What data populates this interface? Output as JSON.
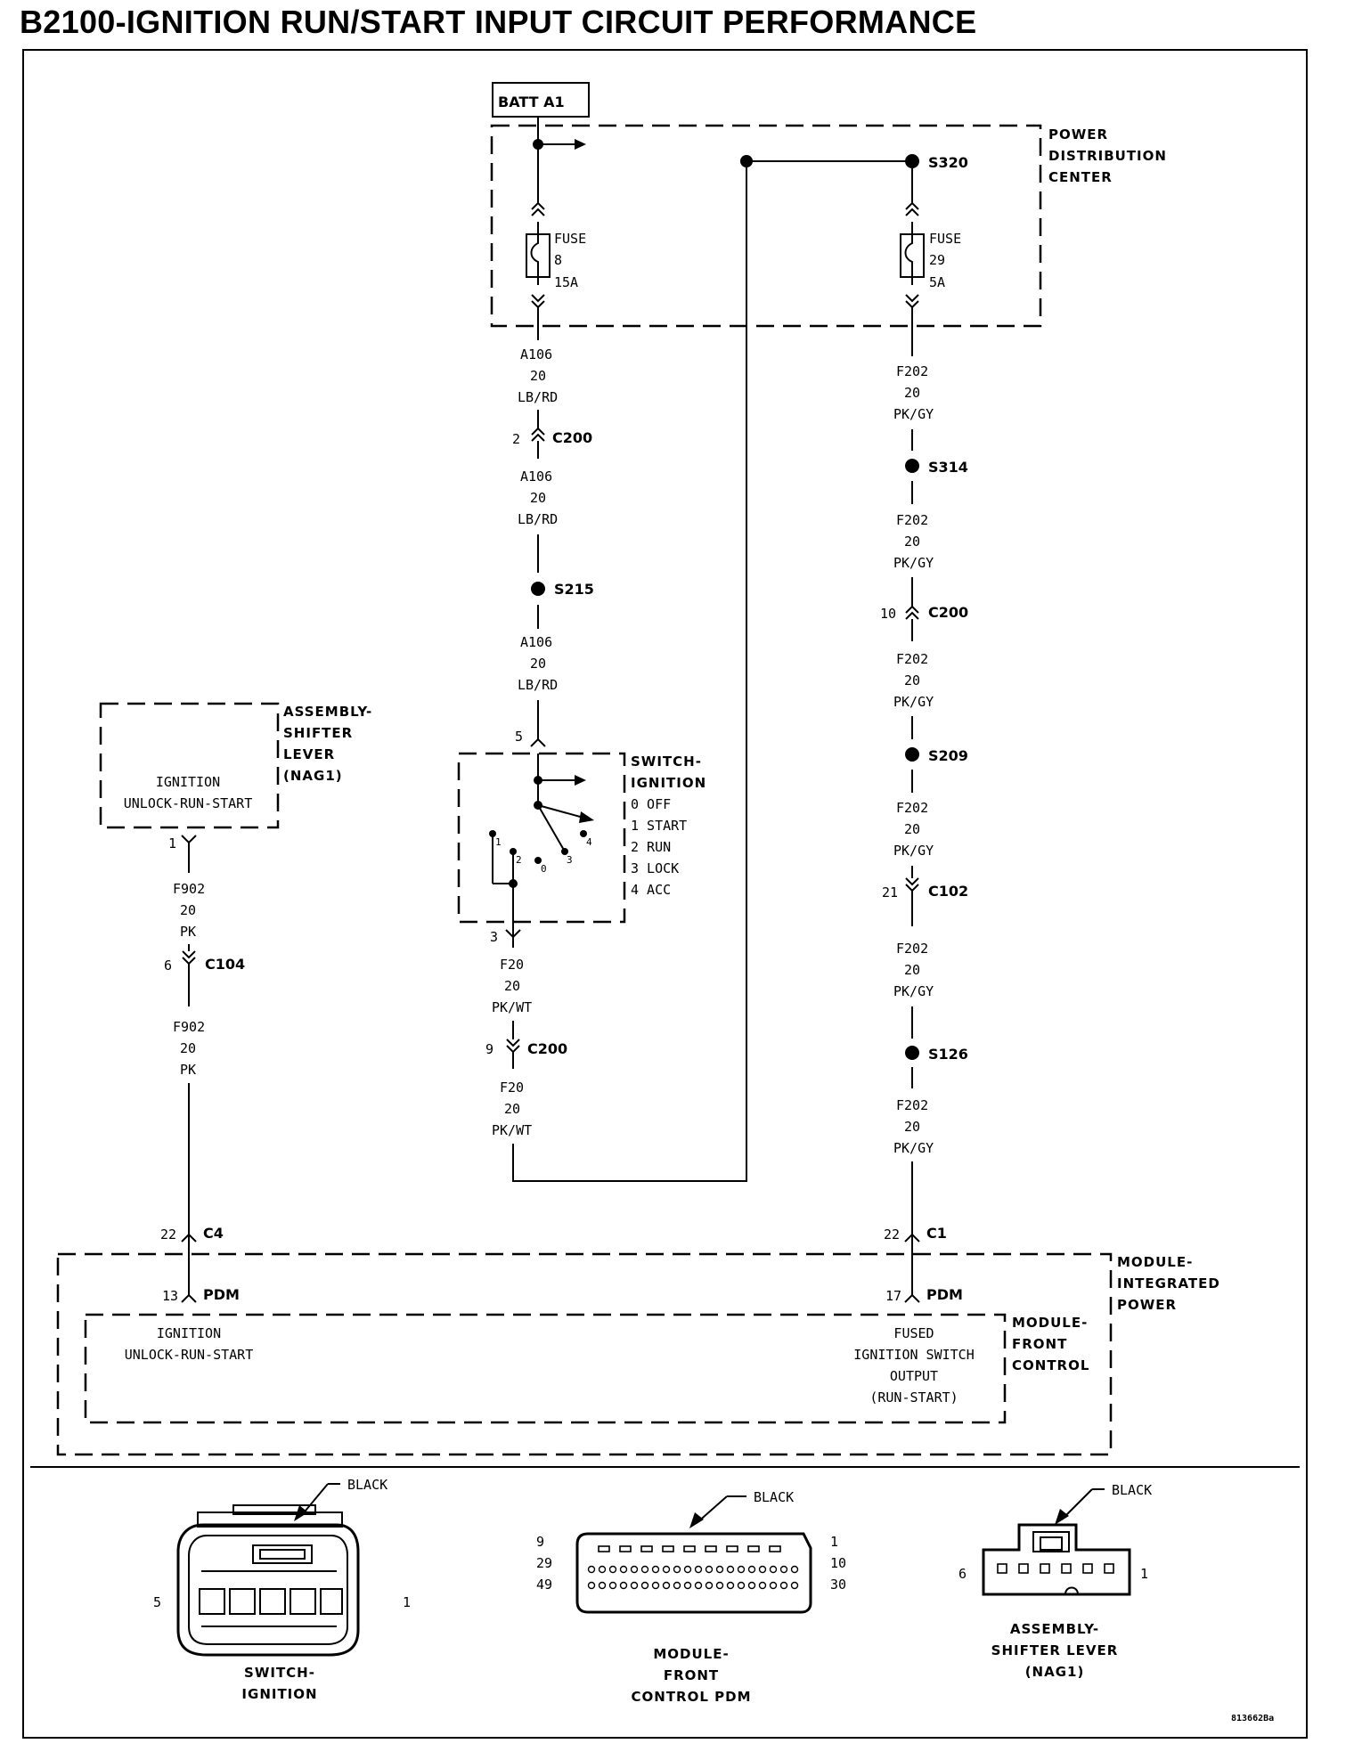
{
  "title": "B2100-IGNITION RUN/START INPUT CIRCUIT PERFORMANCE",
  "batt": "BATT A1",
  "pdc": {
    "l1": "POWER",
    "l2": "DISTRIBUTION",
    "l3": "CENTER"
  },
  "fuse8": {
    "l1": "FUSE",
    "l2": "8",
    "l3": "15A"
  },
  "fuse29": {
    "l1": "FUSE",
    "l2": "29",
    "l3": "5A"
  },
  "splices": {
    "s320": "S320",
    "s314": "S314",
    "s215": "S215",
    "s209": "S209",
    "s126": "S126"
  },
  "connectors": {
    "c200a": {
      "pin": "2",
      "name": "C200"
    },
    "c200b": {
      "pin": "10",
      "name": "C200"
    },
    "c200c": {
      "pin": "9",
      "name": "C200"
    },
    "c102": {
      "pin": "21",
      "name": "C102"
    },
    "c104": {
      "pin": "6",
      "name": "C104"
    },
    "c4": {
      "pin": "22",
      "name": "C4"
    },
    "c1": {
      "pin": "22",
      "name": "C1"
    },
    "pdm_left": {
      "pin": "13",
      "name": "PDM"
    },
    "pdm_right": {
      "pin": "17",
      "name": "PDM"
    }
  },
  "wires": {
    "a106": {
      "code": "A106",
      "gauge": "20",
      "color": "LB/RD"
    },
    "f202": {
      "code": "F202",
      "gauge": "20",
      "color": "PK/GY"
    },
    "f20": {
      "code": "F20",
      "gauge": "20",
      "color": "PK/WT"
    },
    "f902": {
      "code": "F902",
      "gauge": "20",
      "color": "PK"
    }
  },
  "switch_ignition": {
    "l1": "SWITCH-",
    "l2": "IGNITION",
    "pin_in": "5",
    "pin_out": "3",
    "positions": [
      "0 OFF",
      "1 START",
      "2 RUN",
      "3 LOCK",
      "4 ACC"
    ],
    "contacts": {
      "c1": "1",
      "c2": "2",
      "c0": "0",
      "c3": "3",
      "c4": "4"
    }
  },
  "shifter": {
    "l1": "ASSEMBLY-",
    "l2": "SHIFTER",
    "l3": "LEVER",
    "l4": "(NAG1)",
    "in1": "IGNITION",
    "in2": "UNLOCK-RUN-START",
    "pin": "1"
  },
  "mip": {
    "l1": "MODULE-",
    "l2": "INTEGRATED",
    "l3": "POWER"
  },
  "mfc": {
    "l1": "MODULE-",
    "l2": "FRONT",
    "l3": "CONTROL"
  },
  "mfc_left": {
    "l1": "IGNITION",
    "l2": "UNLOCK-RUN-START"
  },
  "mfc_right": {
    "l1": "FUSED",
    "l2": "IGNITION SWITCH",
    "l3": "OUTPUT",
    "l4": "(RUN-START)"
  },
  "views": {
    "black": "BLACK",
    "sw": {
      "l1": "SWITCH-",
      "l2": "IGNITION",
      "pl": "5",
      "pr": "1"
    },
    "mfc": {
      "l1": "MODULE-",
      "l2": "FRONT",
      "l3": "CONTROL PDM",
      "r1l": "9",
      "r2l": "29",
      "r3l": "49",
      "r1r": "1",
      "r2r": "10",
      "r3r": "30"
    },
    "sh": {
      "l1": "ASSEMBLY-",
      "l2": "SHIFTER LEVER",
      "l3": "(NAG1)",
      "pl": "6",
      "pr": "1"
    }
  },
  "figure_id": "813662Ba"
}
